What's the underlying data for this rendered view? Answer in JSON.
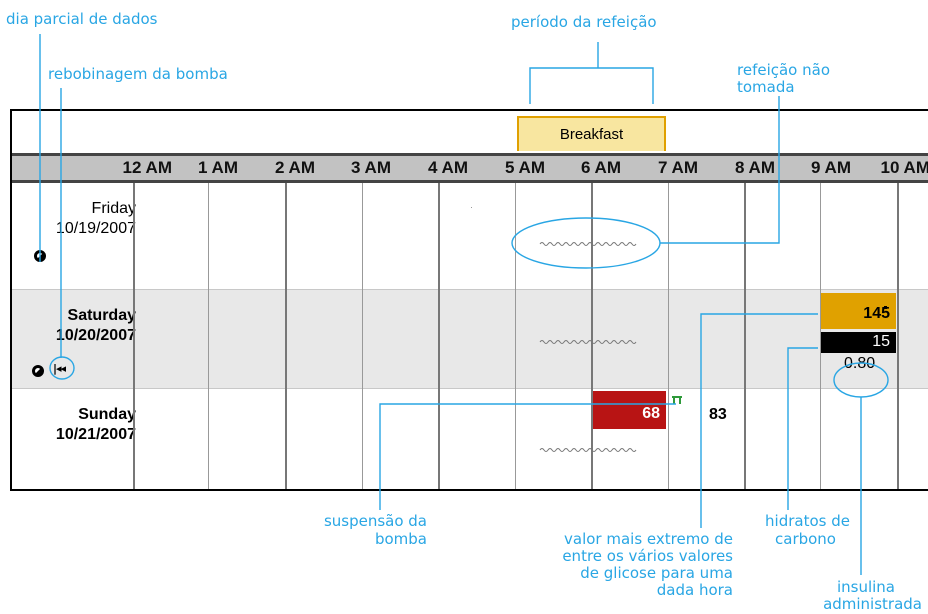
{
  "annotations": {
    "partial_day": "dia parcial de dados",
    "pump_rewind": "rebobinagem da bomba",
    "meal_period": "período da refeição",
    "meal_not_taken_1": "refeição não",
    "meal_not_taken_2": "tomada",
    "pump_suspend_1": "suspensão da",
    "pump_suspend_2": "bomba",
    "extreme_value_1": "valor mais extremo de",
    "extreme_value_2": "entre os vários valores",
    "extreme_value_3": "de glicose para uma",
    "extreme_value_4": "dada hora",
    "carbs_1": "hidratos de",
    "carbs_2": "carbono",
    "insulin_1": "insulina",
    "insulin_2": "administrada"
  },
  "meal": {
    "label": "Breakfast"
  },
  "hours": [
    "12 AM",
    "1 AM",
    "2 AM",
    "3 AM",
    "4 AM",
    "5 AM",
    "6 AM",
    "7 AM",
    "8 AM",
    "9 AM",
    "10 AM"
  ],
  "days": [
    {
      "weekday": "Friday",
      "date": "10/19/2007",
      "icons": [
        "partial-day-icon"
      ]
    },
    {
      "weekday": "Saturday",
      "date": "10/20/2007",
      "icons": [
        "partial-day-icon",
        "pump-rewind-icon"
      ],
      "glucose": "145",
      "carbs": "15",
      "insulin": "0.80"
    },
    {
      "weekday": "Sunday",
      "date": "10/21/2007",
      "icons": [
        "pump-suspend-icon"
      ],
      "glucose_high": "68",
      "glucose_normal": "83"
    }
  ],
  "colors": {
    "annotation": "#29a6e4",
    "meal_tab_bg": "#f8e6a0",
    "meal_tab_border": "#e0a000",
    "glucose_high_bg": "#e0a100",
    "glucose_low_bg": "#b81414",
    "carbs_bg": "#000000",
    "pump_suspend": "#2e9a3a"
  }
}
